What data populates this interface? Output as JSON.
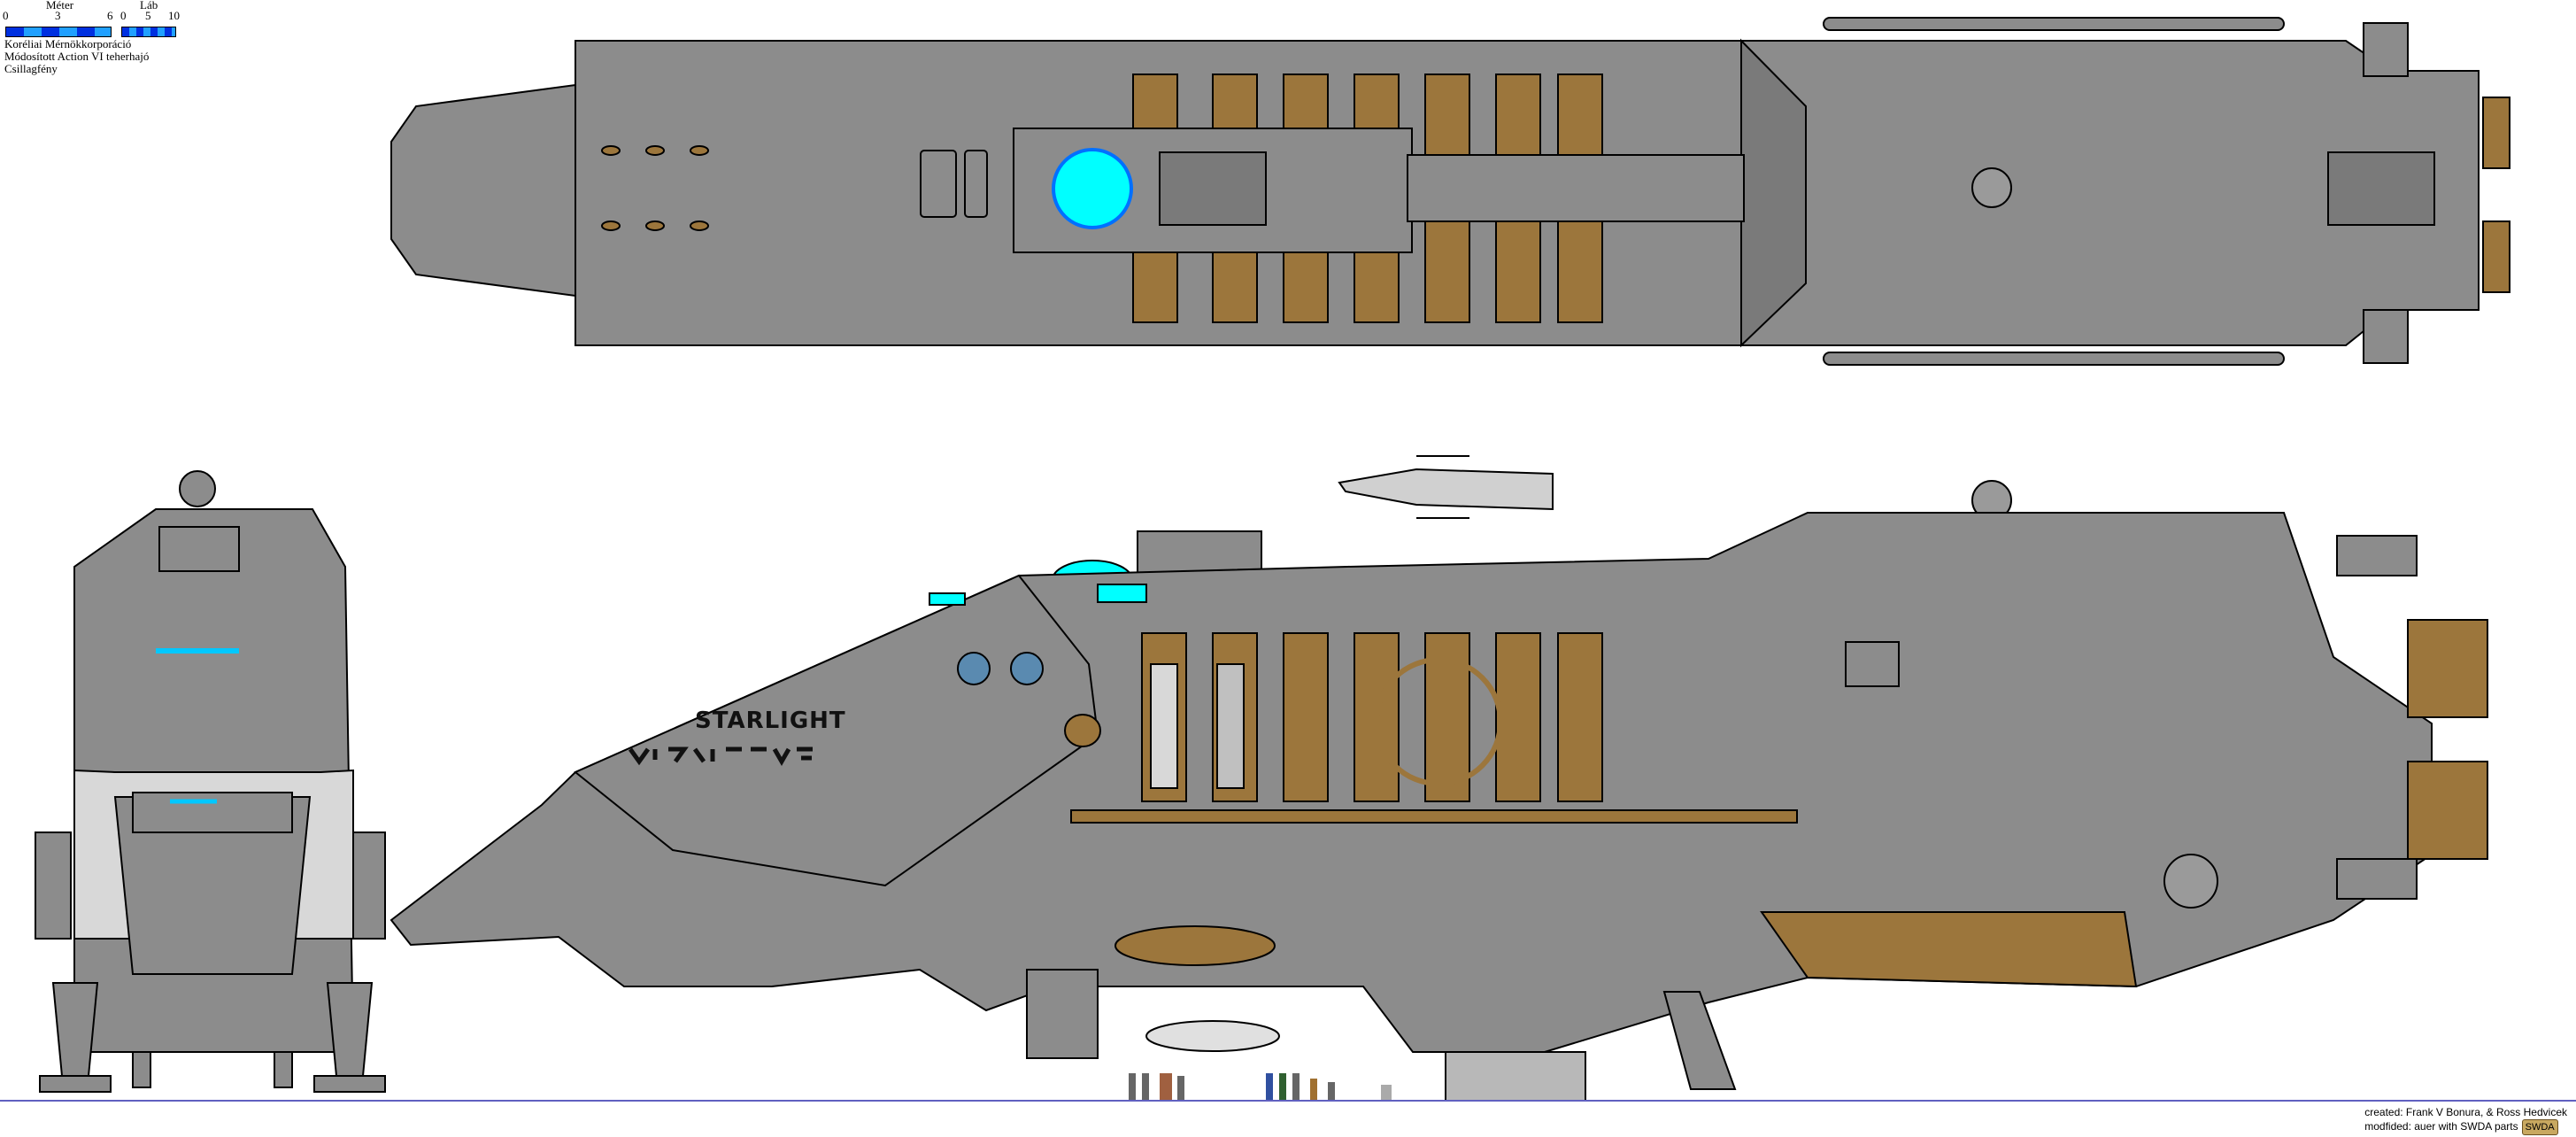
{
  "legend": {
    "meter_label": "Méter",
    "meter_ticks": [
      "0",
      "3",
      "6"
    ],
    "foot_label": "Láb",
    "foot_ticks": [
      "0",
      "5",
      "10"
    ],
    "manufacturer": "Koréliai Mérnökkorporáció",
    "model": "Módosított Action VI teherhajó",
    "name": "Csillagfény"
  },
  "hull_marking": "STARLIGHT",
  "credits": {
    "created": "created: Frank V Bonura, & Ross Hedvicek",
    "modified": "modfided: auer with SWDA parts",
    "badge": "SWDA"
  },
  "colors": {
    "hull": "#8c8c8c",
    "cargo": "#9c763c",
    "glass": "#00ffff",
    "ground": "#6060c0"
  }
}
